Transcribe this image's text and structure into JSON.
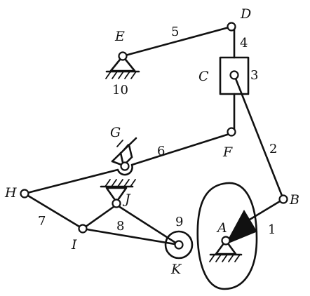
{
  "diagram": {
    "joints": {
      "A": "A",
      "B": "B",
      "C": "C",
      "D": "D",
      "E": "E",
      "F": "F",
      "G": "G",
      "H": "H",
      "I": "I",
      "J": "J",
      "K": "K"
    },
    "links": {
      "l1": "1",
      "l2": "2",
      "l3": "3",
      "l4": "4",
      "l5": "5",
      "l6": "6",
      "l7": "7",
      "l8": "8",
      "l9": "9",
      "l10": "10"
    }
  }
}
